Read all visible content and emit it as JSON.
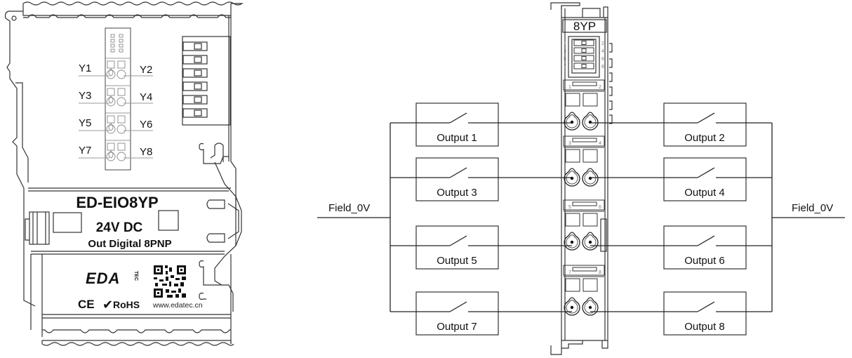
{
  "module": {
    "model": "ED-EIO8YP",
    "voltage": "24V DC",
    "description": "Out Digital 8PNP",
    "brand": "EDA",
    "brand_suffix": "TEC",
    "certifications": [
      "CE",
      "RoHS"
    ],
    "rohs_label": "RoHS",
    "ce_label": "CE",
    "website": "www.edatec.cn",
    "terminal_labels": [
      "Y1",
      "Y2",
      "Y3",
      "Y4",
      "Y5",
      "Y6",
      "Y7",
      "Y8"
    ]
  },
  "side_view": {
    "label": "8YP",
    "led_numbers": [
      "1",
      "2",
      "3",
      "4",
      "5",
      "6",
      "7",
      "8"
    ],
    "slot_numbers": [
      [
        "1",
        "2"
      ],
      [
        "3",
        "4"
      ],
      [
        "5",
        "6"
      ],
      [
        "7",
        "8"
      ]
    ]
  },
  "wiring": {
    "left_bus_label": "Field_0V",
    "right_bus_label": "Field_0V",
    "outputs": [
      {
        "label": "Output 1",
        "side": "left"
      },
      {
        "label": "Output 2",
        "side": "right"
      },
      {
        "label": "Output 3",
        "side": "left"
      },
      {
        "label": "Output 4",
        "side": "right"
      },
      {
        "label": "Output 5",
        "side": "left"
      },
      {
        "label": "Output 6",
        "side": "right"
      },
      {
        "label": "Output 7",
        "side": "left"
      },
      {
        "label": "Output 8",
        "side": "right"
      }
    ]
  }
}
